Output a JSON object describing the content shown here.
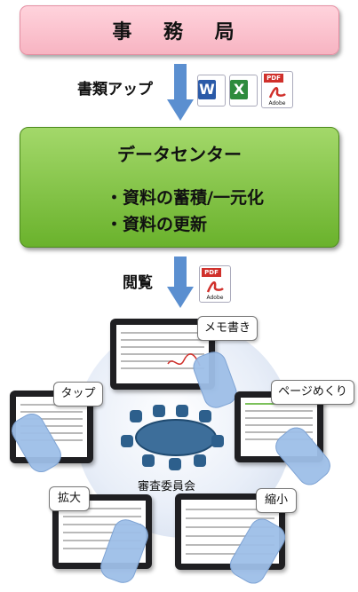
{
  "office": {
    "label": "事 務 局"
  },
  "upload": {
    "label": "書類アップ",
    "file_icons": [
      "word-icon",
      "excel-icon",
      "pdf-icon"
    ],
    "pdf_caption": "PDF",
    "adobe_caption": "Adobe"
  },
  "datacenter": {
    "title": "データセンター",
    "items": [
      "・資料の蓄積/一元化",
      "・資料の更新"
    ]
  },
  "view": {
    "label": "閲覧",
    "file_icons": [
      "pdf-icon"
    ],
    "pdf_caption": "PDF",
    "adobe_caption": "Adobe"
  },
  "committee": {
    "label": "審査委員会"
  },
  "gestures": {
    "memo": "メモ書き",
    "tap": "タップ",
    "page": "ページめくり",
    "zoom_in": "拡大",
    "zoom_out": "縮小"
  },
  "colors": {
    "office_fill": "#f7b4c2",
    "center_fill": "#6ab22c",
    "arrow": "#5b8fd0"
  }
}
